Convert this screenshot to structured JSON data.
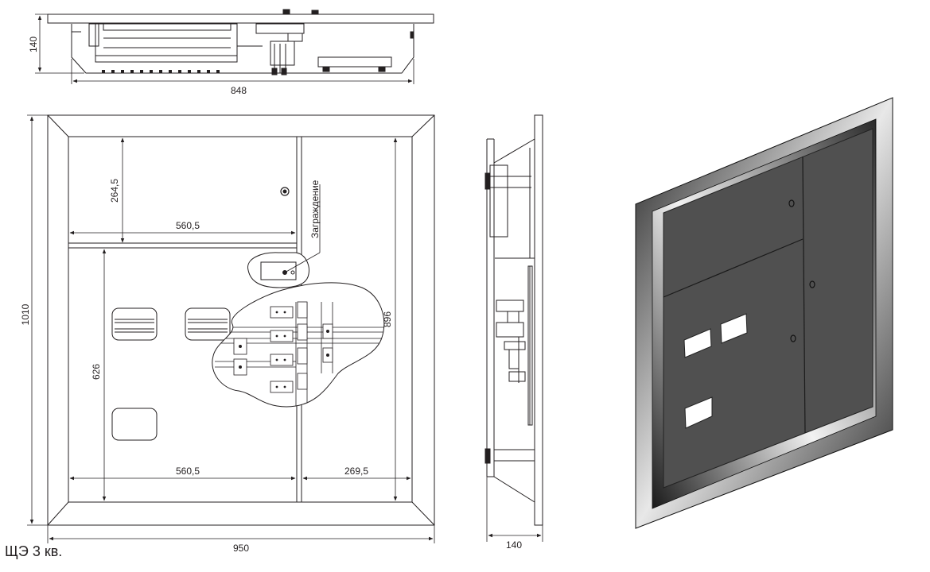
{
  "caption": "ЩЭ 3 кв.",
  "callout_label": "Заграждение",
  "dimensions": {
    "top_height": "140",
    "top_width": "848",
    "front_height": "1010",
    "front_width": "950",
    "upper_compartment_height": "264,5",
    "upper_compartment_width": "560,5",
    "lower_compartment_height": "626",
    "lower_compartment_width": "560,5",
    "right_compartment_height": "896",
    "right_compartment_width": "269,5",
    "side_depth": "140"
  },
  "colors": {
    "line": "#231f20",
    "panel_dark": "#505050",
    "frame_light": "#d8d8d8"
  }
}
